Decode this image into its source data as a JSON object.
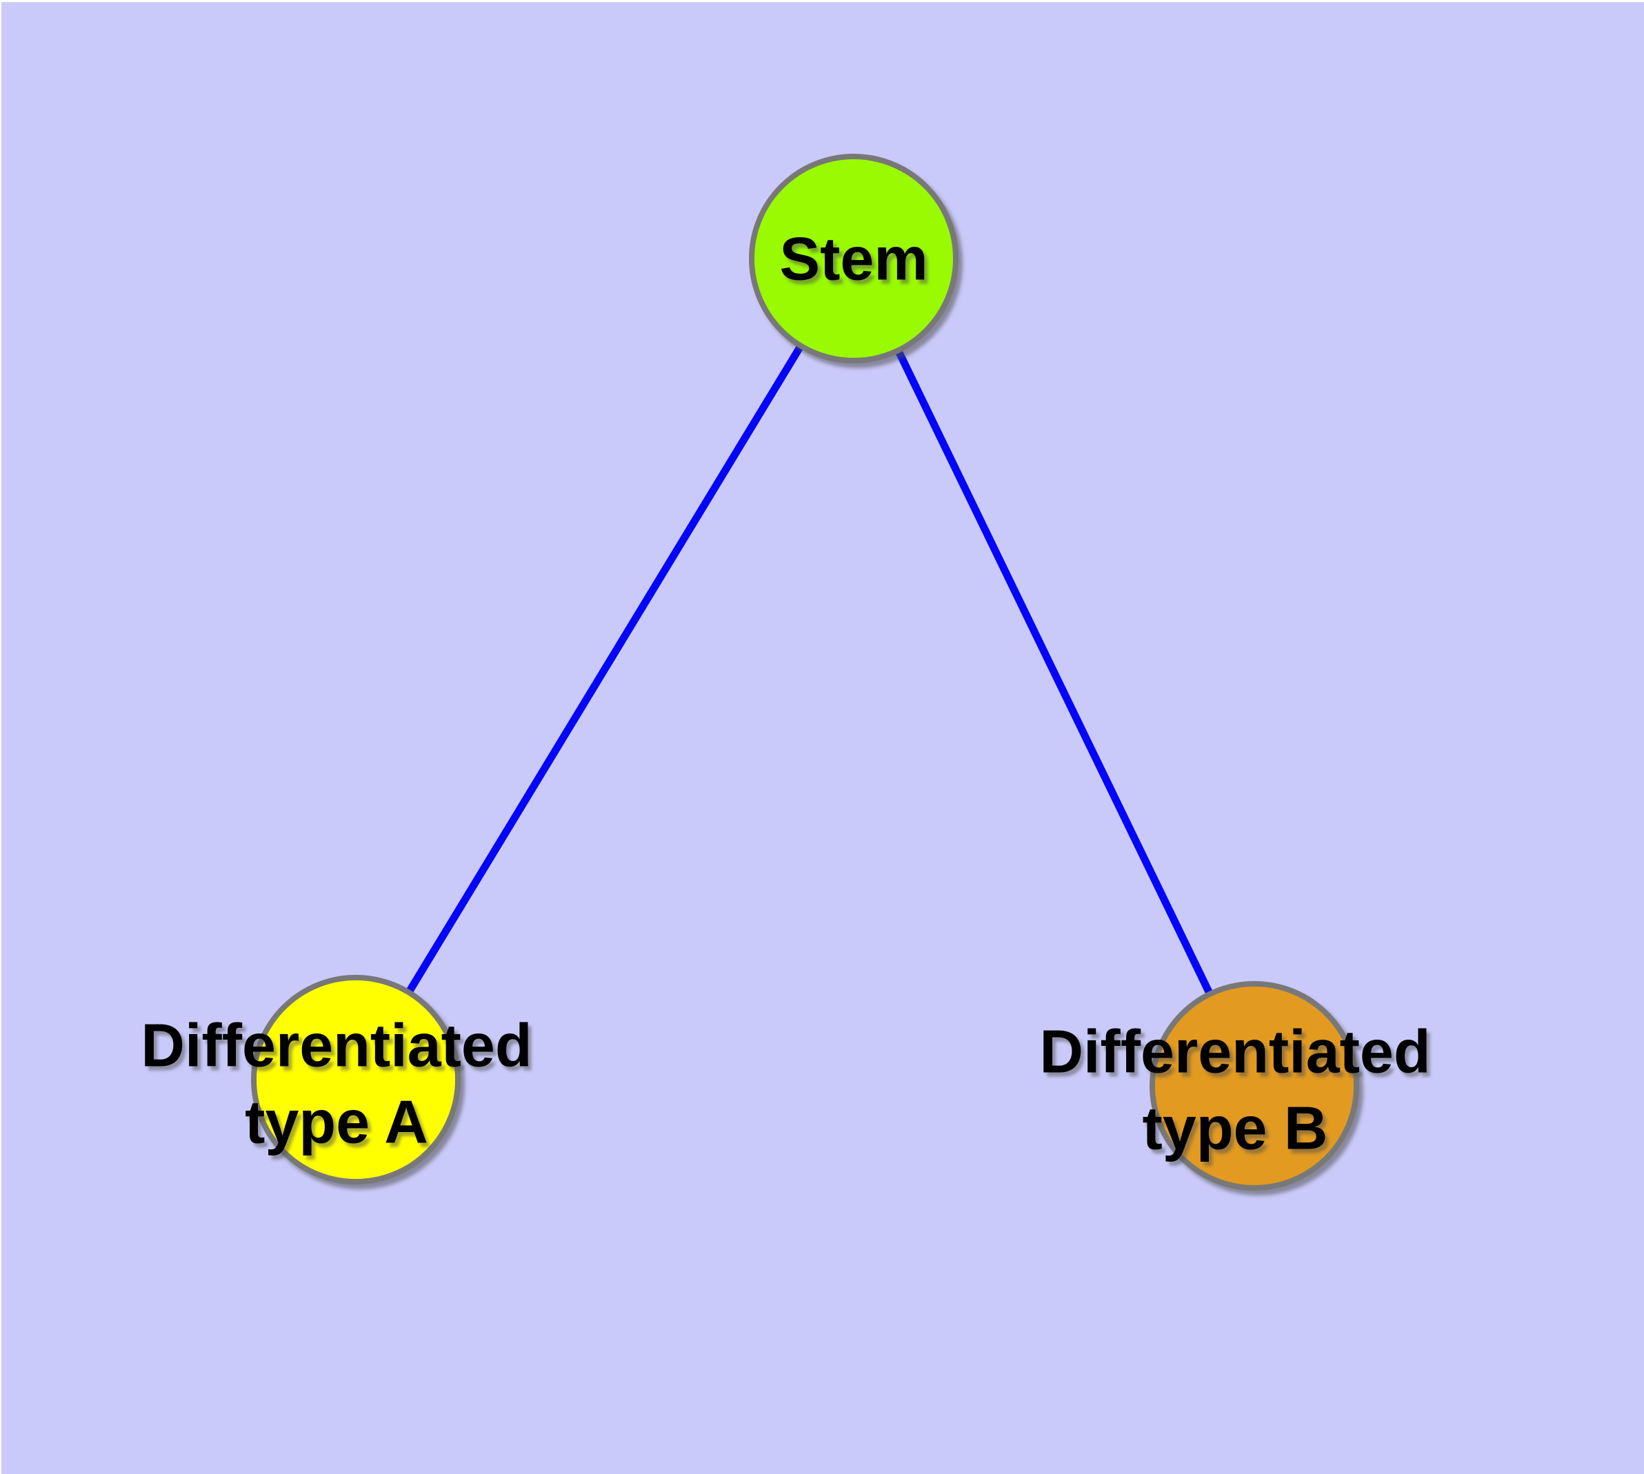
{
  "diagram": {
    "background_color": "#CACAFA",
    "margin_color": "#FFFFFF",
    "edge_color": "#0505F8",
    "node_border_color": "#787878",
    "label_color": "#000000",
    "nodes": [
      {
        "id": "stem",
        "label": "Stem",
        "label_line1": "Stem",
        "fill": "#9AFA02"
      },
      {
        "id": "differentiated-type-a",
        "label": "Differentiated type A",
        "label_line1": "Differentiated",
        "label_line2": "type A",
        "fill": "#FFFF00"
      },
      {
        "id": "differentiated-type-b",
        "label": "Differentiated type B",
        "label_line1": "Differentiated",
        "label_line2": "type B",
        "fill": "#E29A20"
      }
    ],
    "edges": [
      {
        "from": "Stem",
        "to": "Differentiated type A"
      },
      {
        "from": "Stem",
        "to": "Differentiated type B"
      }
    ]
  }
}
